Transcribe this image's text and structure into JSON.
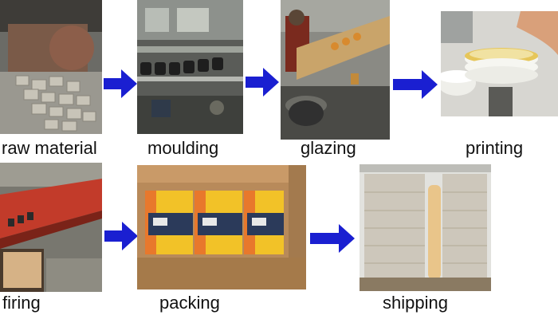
{
  "steps": [
    {
      "label": "raw material"
    },
    {
      "label": "moulding"
    },
    {
      "label": "glazing"
    },
    {
      "label": "printing"
    },
    {
      "label": "firing"
    },
    {
      "label": "packing"
    },
    {
      "label": "shipping"
    }
  ],
  "colors": {
    "arrow": "#1a1fd1",
    "box_orange": "#e8782c",
    "box_yellow": "#f2c228",
    "cardboard": "#b88a5a"
  }
}
